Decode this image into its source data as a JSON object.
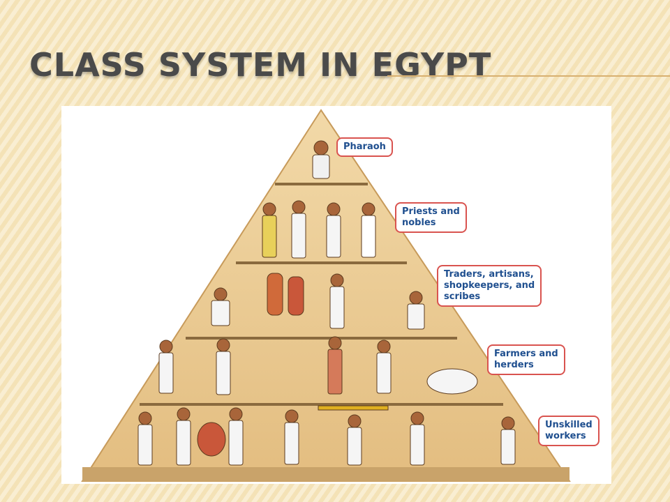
{
  "slide": {
    "title": "CLASS SYSTEM IN EGYPT"
  },
  "pyramid": {
    "levels": [
      {
        "label": "Pharaoh"
      },
      {
        "label": "Priests and\nnobles"
      },
      {
        "label": "Traders, artisans,\nshopkeepers, and\nscribes"
      },
      {
        "label": "Farmers and\nherders"
      },
      {
        "label": "Unskilled\nworkers"
      }
    ]
  }
}
